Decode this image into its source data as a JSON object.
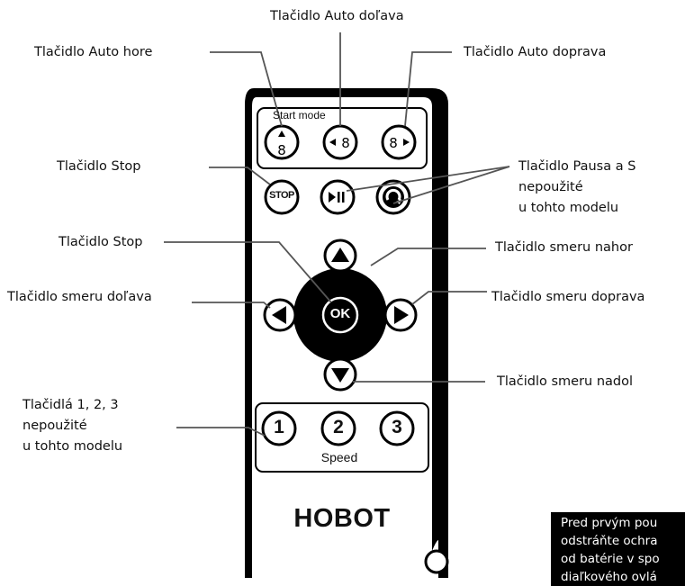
{
  "labels": {
    "auto_left": "Tlačidlo Auto doľava",
    "auto_up": "Tlačidlo Auto hore",
    "auto_right": "Tlačidlo Auto doprava",
    "stop_top": "Tlačidlo Stop",
    "pause_lines": [
      "Tlačidlo Pausa a S",
      "nepoužité",
      "u tohto modelu"
    ],
    "stop_ok": "Tlačidlo Stop",
    "dir_up": "Tlačidlo smeru nahor",
    "dir_left": "Tlačidlo smeru doľava",
    "dir_right": "Tlačidlo smeru doprava",
    "dir_down": "Tlačidlo smeru nadol",
    "speed_lines": [
      "Tlačidlá 1, 2, 3",
      "nepoužité",
      "u tohto modelu"
    ]
  },
  "remote": {
    "start_mode": "Start mode",
    "stop_button": "STOP",
    "ok_button": "OK",
    "speed_buttons": [
      "1",
      "2",
      "3"
    ],
    "speed_label": "Speed",
    "brand": "HOBOT"
  },
  "note_lines": [
    "Pred prvým pou",
    "odstráňte ochra",
    "od batérie v spo",
    "diaľkového ovlá"
  ]
}
